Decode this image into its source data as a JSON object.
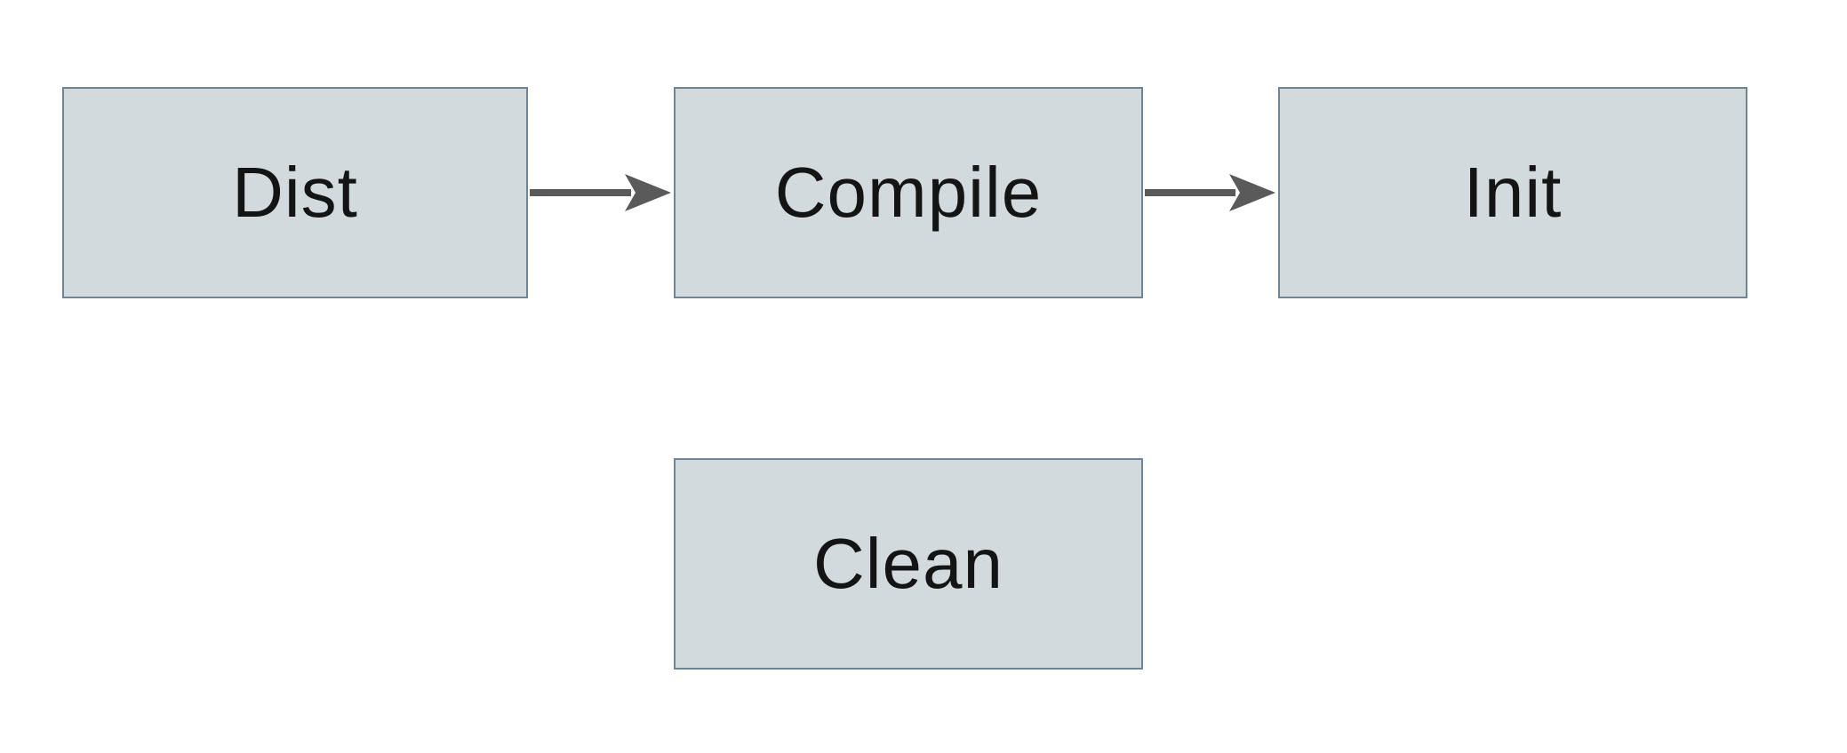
{
  "diagram": {
    "nodes": [
      {
        "id": "dist",
        "label": "Dist"
      },
      {
        "id": "compile",
        "label": "Compile"
      },
      {
        "id": "init",
        "label": "Init"
      },
      {
        "id": "clean",
        "label": "Clean"
      }
    ],
    "edges": [
      {
        "from": "dist",
        "to": "compile",
        "direction": "right"
      },
      {
        "from": "compile",
        "to": "init",
        "direction": "right"
      }
    ],
    "colors": {
      "background": "#ffffff",
      "node_fill": "#d2dadd",
      "node_border": "#6e8593",
      "node_text": "#141414",
      "arrow": "#5a5a5a"
    }
  }
}
